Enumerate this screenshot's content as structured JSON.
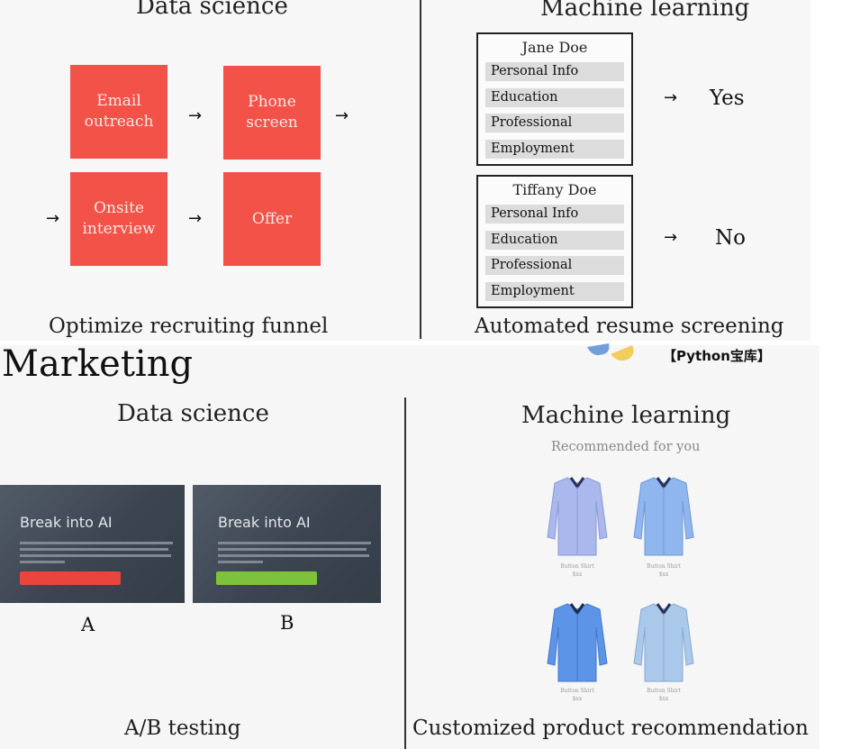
{
  "top": {
    "left_heading": "Data science",
    "right_heading": "Machine learning",
    "funnel": {
      "steps": [
        "Email outreach",
        "Phone screen",
        "Onsite interview",
        "Offer"
      ],
      "arrow": "→"
    },
    "resumes": [
      {
        "name": "Jane Doe",
        "rows": [
          "Personal Info",
          "Education",
          "Professional",
          "Employment"
        ],
        "result": "Yes"
      },
      {
        "name": "Tiffany Doe",
        "rows": [
          "Personal Info",
          "Education",
          "Professional",
          "Employment"
        ],
        "result": "No"
      }
    ],
    "left_caption": "Optimize recruiting funnel",
    "right_caption": "Automated resume screening"
  },
  "marketing": {
    "title": "Marketing",
    "watermark": "【Python宝库】",
    "left_heading": "Data science",
    "right_heading": "Machine learning",
    "variants": [
      {
        "label": "A",
        "headline": "Break into AI",
        "button_color": "#e8463c"
      },
      {
        "label": "B",
        "headline": "Break into AI",
        "button_color": "#7dc23a"
      }
    ],
    "recommended_title": "Recommended for you",
    "shirts": [
      {
        "color": "#aab8ee",
        "name": "Button Shirt",
        "price": "$xx"
      },
      {
        "color": "#8fb6ee",
        "name": "Button Shirt",
        "price": "$xx"
      },
      {
        "color": "#5c94e8",
        "name": "Button Shirt",
        "price": "$xx"
      },
      {
        "color": "#a9c8ea",
        "name": "Button Shirt",
        "price": "$xx"
      }
    ],
    "left_caption": "A/B testing",
    "right_caption": "Customized product recommendation"
  }
}
